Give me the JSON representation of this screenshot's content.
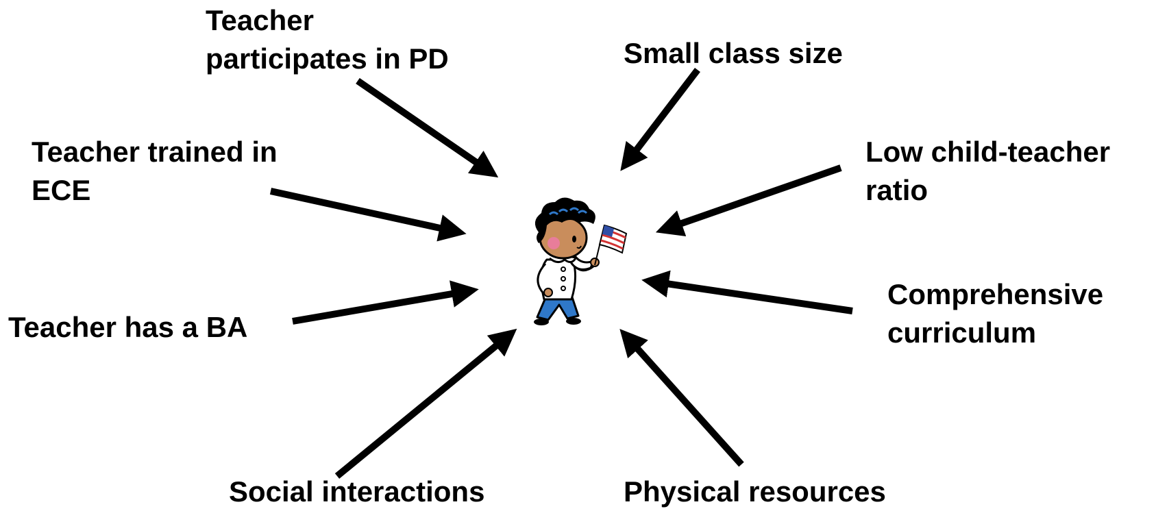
{
  "diagram": {
    "center_figure": "child-with-flag",
    "arrow_color": "#000000",
    "labels": {
      "teacher_pd": [
        "Teacher",
        "participates in PD"
      ],
      "teacher_ece": [
        "Teacher trained in",
        "ECE"
      ],
      "teacher_ba": [
        "Teacher has a BA"
      ],
      "social": [
        "Social interactions"
      ],
      "class_size": [
        "Small class size"
      ],
      "ratio": [
        "Low child-teacher",
        "ratio"
      ],
      "curriculum": [
        "Comprehensive",
        "curriculum"
      ],
      "physical": [
        "Physical resources"
      ]
    }
  }
}
